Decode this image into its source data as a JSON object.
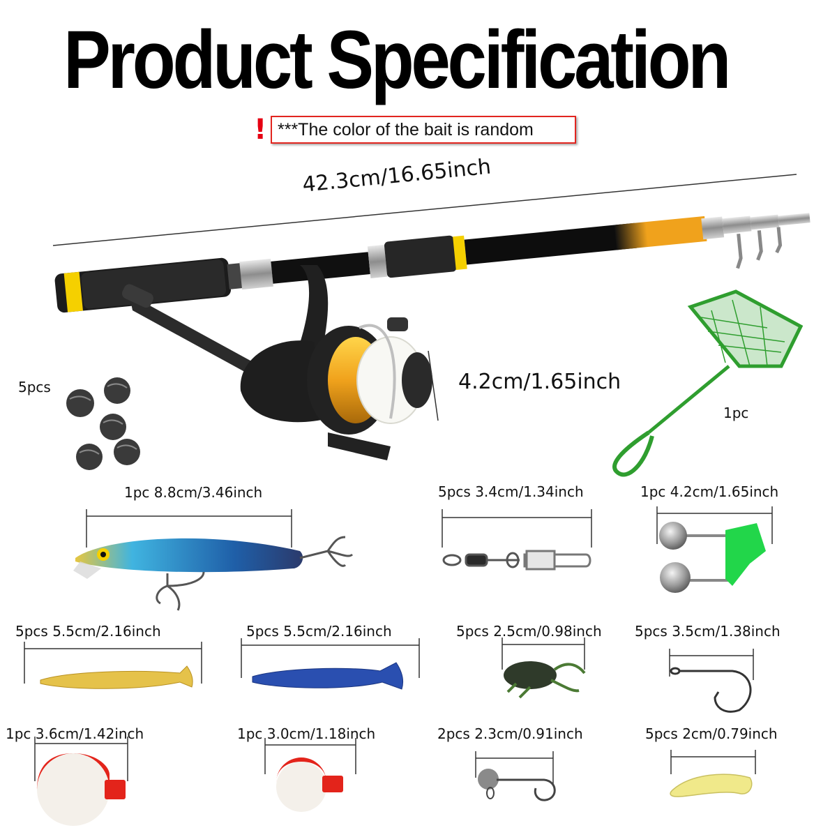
{
  "page_title": "Product Specification",
  "warning": {
    "mark": "!",
    "text": "***The color of the bait is random"
  },
  "rod": {
    "length_label": "42.3cm/16.65inch"
  },
  "reel": {
    "size_label": "4.2cm/1.65inch"
  },
  "sinkers": {
    "qty_label": "5pcs"
  },
  "net": {
    "qty_label": "1pc"
  },
  "items": [
    {
      "id": "minnow-lure",
      "label": "1pc 8.8cm/3.46inch"
    },
    {
      "id": "swivel-snap",
      "label": "5pcs 3.4cm/1.34inch"
    },
    {
      "id": "bite-bell",
      "label": "1pc  4.2cm/1.65inch"
    },
    {
      "id": "yellow-soft-worm",
      "label": "5pcs  5.5cm/2.16inch"
    },
    {
      "id": "blue-soft-worm",
      "label": "5pcs  5.5cm/2.16inch"
    },
    {
      "id": "cricket-bait",
      "label": "5pcs 2.5cm/0.98inch"
    },
    {
      "id": "hook",
      "label": "5pcs 3.5cm/1.38inch"
    },
    {
      "id": "large-float",
      "label": "1pc 3.6cm/1.42inch"
    },
    {
      "id": "small-float",
      "label": "1pc 3.0cm/1.18inch"
    },
    {
      "id": "jig-head",
      "label": "2pcs 2.3cm/0.91inch"
    },
    {
      "id": "grub-bait",
      "label": "5pcs 2cm/0.79inch"
    }
  ],
  "colors": {
    "warning_red": "#e60012",
    "rod_yellow": "#f5d000",
    "rod_gold": "#f0a21c",
    "net_green": "#2f9e2f",
    "float_red": "#e3241b",
    "lure_blue": "#2a8fd1"
  }
}
